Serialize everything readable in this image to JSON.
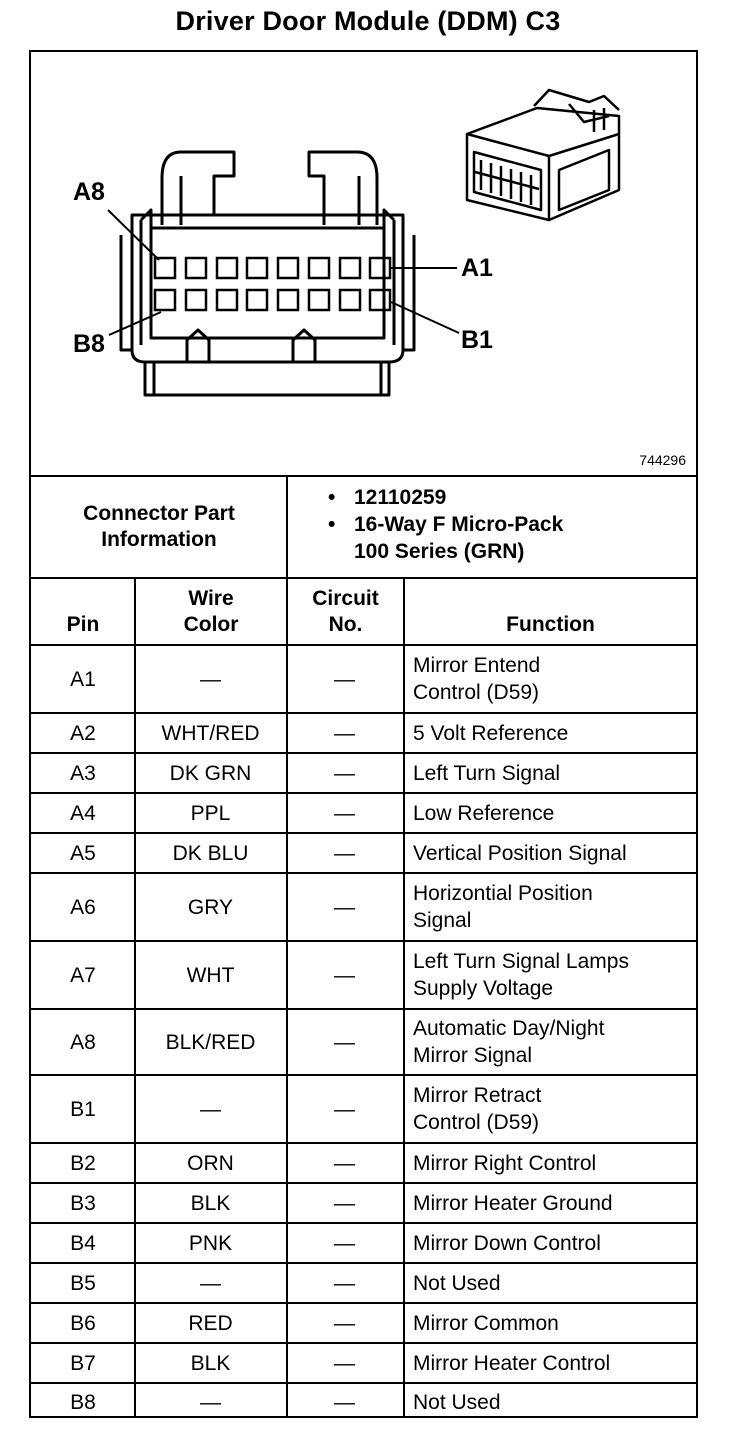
{
  "title": "Driver Door Module (DDM) C3",
  "diagram": {
    "image_id": "744296",
    "labels": {
      "a8": "A8",
      "a1": "A1",
      "b8": "B8",
      "b1": "B1"
    }
  },
  "connector_info": {
    "label_line1": "Connector Part",
    "label_line2": "Information",
    "items": [
      "12110259",
      "16-Way F Micro-Pack",
      "100 Series (GRN)"
    ]
  },
  "table": {
    "headers": {
      "pin": "Pin",
      "wire_line1": "Wire",
      "wire_line2": "Color",
      "circuit_line1": "Circuit",
      "circuit_line2": "No.",
      "function": "Function"
    },
    "rows": [
      {
        "pin": "A1",
        "wire": "—",
        "circuit": "—",
        "function_line1": "Mirror Entend",
        "function_line2": "Control (D59)"
      },
      {
        "pin": "A2",
        "wire": "WHT/RED",
        "circuit": "—",
        "function_line1": "5 Volt Reference",
        "function_line2": ""
      },
      {
        "pin": "A3",
        "wire": "DK GRN",
        "circuit": "—",
        "function_line1": "Left Turn Signal",
        "function_line2": ""
      },
      {
        "pin": "A4",
        "wire": "PPL",
        "circuit": "—",
        "function_line1": "Low Reference",
        "function_line2": ""
      },
      {
        "pin": "A5",
        "wire": "DK BLU",
        "circuit": "—",
        "function_line1": "Vertical Position Signal",
        "function_line2": ""
      },
      {
        "pin": "A6",
        "wire": "GRY",
        "circuit": "—",
        "function_line1": "Horizontial Position",
        "function_line2": "Signal"
      },
      {
        "pin": "A7",
        "wire": "WHT",
        "circuit": "—",
        "function_line1": "Left Turn Signal Lamps",
        "function_line2": "Supply Voltage"
      },
      {
        "pin": "A8",
        "wire": "BLK/RED",
        "circuit": "—",
        "function_line1": "Automatic Day/Night",
        "function_line2": "Mirror Signal"
      },
      {
        "pin": "B1",
        "wire": "—",
        "circuit": "—",
        "function_line1": "Mirror Retract",
        "function_line2": "Control (D59)"
      },
      {
        "pin": "B2",
        "wire": "ORN",
        "circuit": "—",
        "function_line1": "Mirror Right Control",
        "function_line2": ""
      },
      {
        "pin": "B3",
        "wire": "BLK",
        "circuit": "—",
        "function_line1": "Mirror Heater Ground",
        "function_line2": ""
      },
      {
        "pin": "B4",
        "wire": "PNK",
        "circuit": "—",
        "function_line1": "Mirror Down Control",
        "function_line2": ""
      },
      {
        "pin": "B5",
        "wire": "—",
        "circuit": "—",
        "function_line1": "Not Used",
        "function_line2": ""
      },
      {
        "pin": "B6",
        "wire": "RED",
        "circuit": "—",
        "function_line1": "Mirror Common",
        "function_line2": ""
      },
      {
        "pin": "B7",
        "wire": "BLK",
        "circuit": "—",
        "function_line1": "Mirror Heater Control",
        "function_line2": ""
      },
      {
        "pin": "B8",
        "wire": "—",
        "circuit": "—",
        "function_line1": "Not Used",
        "function_line2": ""
      }
    ]
  }
}
